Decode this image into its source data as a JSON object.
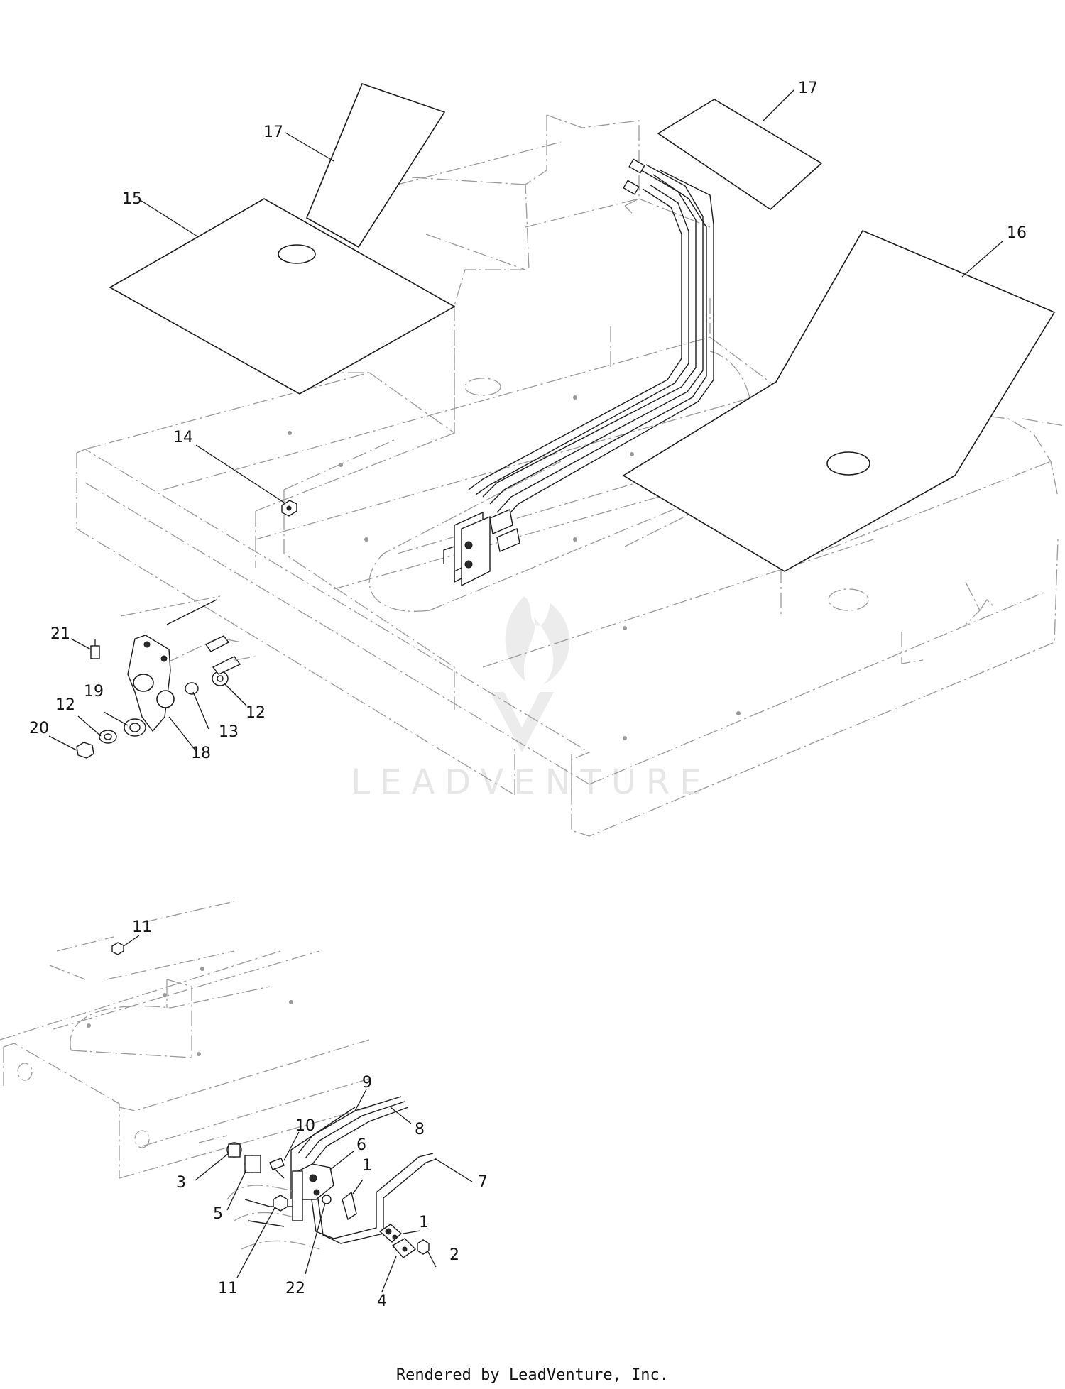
{
  "callouts": [
    {
      "id": "c17a",
      "label": "17"
    },
    {
      "id": "c17b",
      "label": "17"
    },
    {
      "id": "c15",
      "label": "15"
    },
    {
      "id": "c16",
      "label": "16"
    },
    {
      "id": "c14",
      "label": "14"
    },
    {
      "id": "c21",
      "label": "21"
    },
    {
      "id": "c19",
      "label": "19"
    },
    {
      "id": "c12a",
      "label": "12"
    },
    {
      "id": "c20",
      "label": "20"
    },
    {
      "id": "c13",
      "label": "13"
    },
    {
      "id": "c12b",
      "label": "12"
    },
    {
      "id": "c18",
      "label": "18"
    },
    {
      "id": "c11a",
      "label": "11"
    },
    {
      "id": "c9",
      "label": "9"
    },
    {
      "id": "c8",
      "label": "8"
    },
    {
      "id": "c10",
      "label": "10"
    },
    {
      "id": "c6",
      "label": "6"
    },
    {
      "id": "c1a",
      "label": "1"
    },
    {
      "id": "c7",
      "label": "7"
    },
    {
      "id": "c3",
      "label": "3"
    },
    {
      "id": "c5",
      "label": "5"
    },
    {
      "id": "c1b",
      "label": "1"
    },
    {
      "id": "c2",
      "label": "2"
    },
    {
      "id": "c11b",
      "label": "11"
    },
    {
      "id": "c22",
      "label": "22"
    },
    {
      "id": "c4",
      "label": "4"
    }
  ],
  "watermark": {
    "text": "LEADVENTURE"
  },
  "footer": {
    "text": "Rendered by LeadVenture, Inc."
  }
}
